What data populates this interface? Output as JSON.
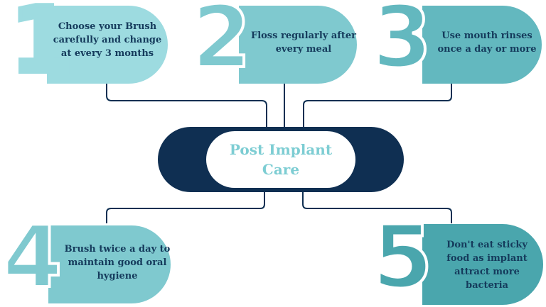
{
  "center": {
    "title": "Post Implant Care"
  },
  "steps": [
    {
      "number": "1",
      "text": "Choose your Brush carefully and change at every 3 months",
      "color": "#9ddbe0"
    },
    {
      "number": "2",
      "text": "Floss regularly after every meal",
      "color": "#7fc9cf"
    },
    {
      "number": "3",
      "text": "Use mouth rinses once a day or more",
      "color": "#63b8bf"
    },
    {
      "number": "4",
      "text": "Brush twice a day to maintain good oral hygiene",
      "color": "#7fc9cf"
    },
    {
      "number": "5",
      "text": "Don't eat sticky food as implant attract more bacteria",
      "color": "#4aa6ad"
    }
  ],
  "colors": {
    "navy": "#0f2f52",
    "connector": "#0f2f52",
    "center_text": "#7dcdd3",
    "step_text": "#153b5c"
  }
}
